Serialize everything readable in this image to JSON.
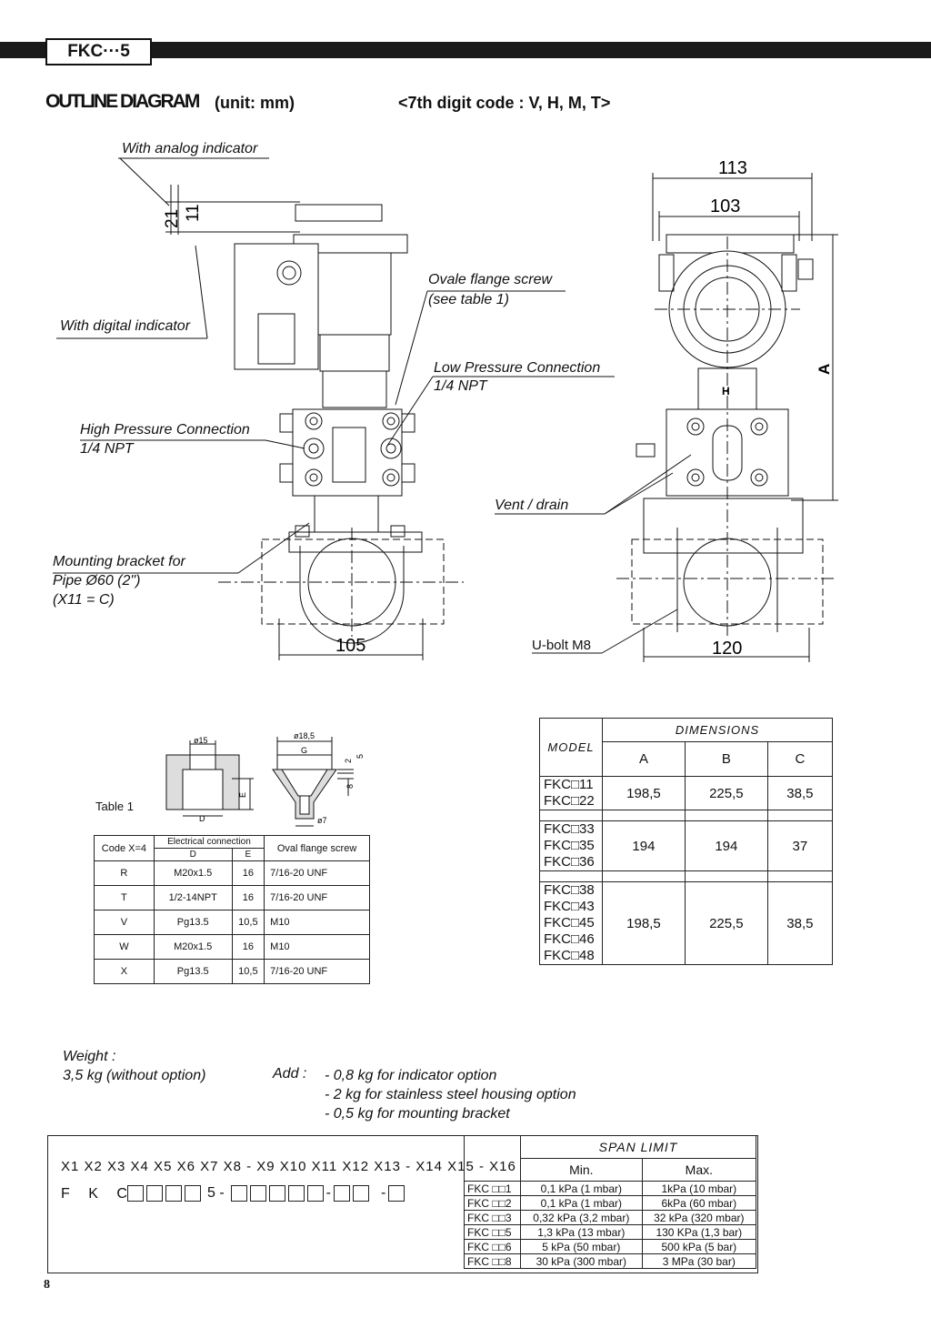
{
  "header": {
    "model": "FKC···5"
  },
  "title": {
    "main": "OUTLINE DIAGRAM",
    "unit": "(unit: mm)",
    "digit_code": "<7th digit code : V, H, M, T>"
  },
  "labels": {
    "analog_indicator": "With analog indicator",
    "digital_indicator": "With digital indicator",
    "oval_flange_1": "Ovale flange screw",
    "oval_flange_2": "(see table 1)",
    "low_pressure_1": "Low Pressure Connection",
    "low_pressure_2": "1/4 NPT",
    "high_pressure_1": "High Pressure Connection",
    "high_pressure_2": "1/4 NPT",
    "vent_drain": "Vent / drain",
    "bracket_1": "Mounting bracket for",
    "bracket_2": "Pipe Ø60 (2\")",
    "bracket_3": "(X11 = C)",
    "ubolt": "U-bolt M8"
  },
  "dimensions_drawing": {
    "d113": "113",
    "d103": "103",
    "d105": "105",
    "d120": "120",
    "d21": "21",
    "d11": "11",
    "dA": "A",
    "H": "H"
  },
  "small_drawing": {
    "d15": "ø15",
    "D": "D",
    "E": "E",
    "d185": "ø18,5",
    "G": "G",
    "d2": "2",
    "d5": "5",
    "d8": "8",
    "d7": "ø7"
  },
  "table1": {
    "caption": "Table 1",
    "code_header": "Code X=4",
    "elec_header": "Electrical connection",
    "d_header": "D",
    "e_header": "E",
    "oval_header": "Oval flange screw",
    "rows": [
      {
        "code": "R",
        "d": "M20x1.5",
        "e": "16",
        "screw": "7/16-20 UNF"
      },
      {
        "code": "T",
        "d": "1/2-14NPT",
        "e": "16",
        "screw": "7/16-20 UNF"
      },
      {
        "code": "V",
        "d": "Pg13.5",
        "e": "10,5",
        "screw": "M10"
      },
      {
        "code": "W",
        "d": "M20x1.5",
        "e": "16",
        "screw": "M10"
      },
      {
        "code": "X",
        "d": "Pg13.5",
        "e": "10,5",
        "screw": "7/16-20 UNF"
      }
    ]
  },
  "dimensions_table": {
    "model_header": "MODEL",
    "dims_header": "DIMENSIONS",
    "col_a": "A",
    "col_b": "B",
    "col_c": "C",
    "groups": [
      {
        "models": [
          "FKC□11",
          "FKC□22"
        ],
        "a": "198,5",
        "b": "225,5",
        "c": "38,5"
      },
      {
        "models": [
          "FKC□33",
          "FKC□35",
          "FKC□36"
        ],
        "a": "194",
        "b": "194",
        "c": "37"
      },
      {
        "models": [
          "FKC□38",
          "FKC□43",
          "FKC□45",
          "FKC□46",
          "FKC□48"
        ],
        "a": "198,5",
        "b": "225,5",
        "c": "38,5"
      }
    ]
  },
  "weight": {
    "title": "Weight :",
    "base": "3,5 kg (without option)",
    "add": "Add :",
    "opt1": "- 0,8 kg for indicator option",
    "opt2": "- 2 kg for stainless steel housing option",
    "opt3": "- 0,5 kg for mounting bracket"
  },
  "ordering": {
    "digits_line": "X1 X2 X3 X4 X5 X6 X7 X8 - X9 X10 X11 X12 X13 - X14 X15 - X16",
    "code_prefix": "F K C",
    "five": "5 -",
    "dash": "-"
  },
  "span_table": {
    "header": "SPAN LIMIT",
    "min": "Min.",
    "max": "Max.",
    "rows": [
      {
        "code": "FKC □□1",
        "min": "0,1 kPa (1 mbar)",
        "max": "1kPa (10 mbar)"
      },
      {
        "code": "FKC □□2",
        "min": "0,1 kPa (1 mbar)",
        "max": "6kPa (60 mbar)"
      },
      {
        "code": "FKC □□3",
        "min": "0,32 kPa (3,2 mbar)",
        "max": "32 kPa (320 mbar)"
      },
      {
        "code": "FKC □□5",
        "min": "1,3 kPa (13 mbar)",
        "max": "130 KPa (1,3 bar)"
      },
      {
        "code": "FKC □□6",
        "min": "5 kPa (50 mbar)",
        "max": "500 kPa (5 bar)"
      },
      {
        "code": "FKC □□8",
        "min": "30 kPa (300 mbar)",
        "max": "3 MPa (30 bar)"
      }
    ]
  },
  "page_number": "8"
}
